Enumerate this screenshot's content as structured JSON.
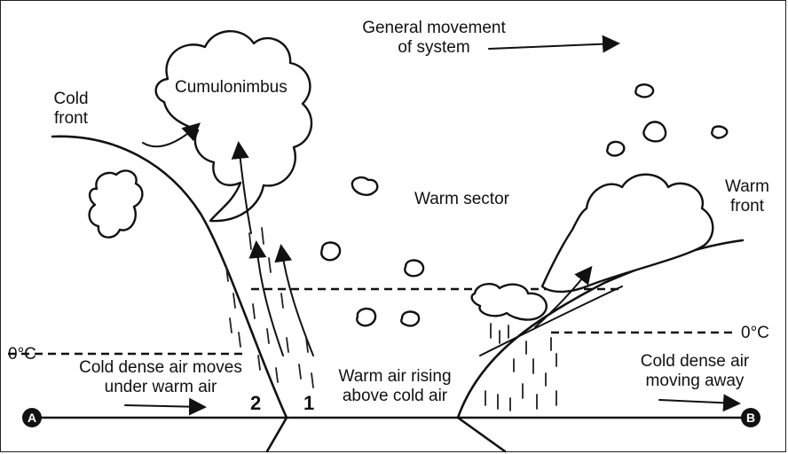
{
  "labels": {
    "general_movement_line1": "General movement",
    "general_movement_line2": "of system",
    "cumulonimbus": "Cumulonimbus",
    "cold_front_line1": "Cold",
    "cold_front_line2": "front",
    "warm_sector": "Warm sector",
    "warm_front_line1": "Warm",
    "warm_front_line2": "front",
    "zero_left": "0°C",
    "zero_right": "0°C",
    "cold_moves_line1": "Cold dense air moves",
    "cold_moves_line2": "under warm air",
    "warm_rising_line1": "Warm air rising",
    "warm_rising_line2": "above cold air",
    "cold_away_line1": "Cold dense air",
    "cold_away_line2": "moving away",
    "marker_2": "2",
    "marker_1": "1",
    "point_a": "A",
    "point_b": "B"
  }
}
